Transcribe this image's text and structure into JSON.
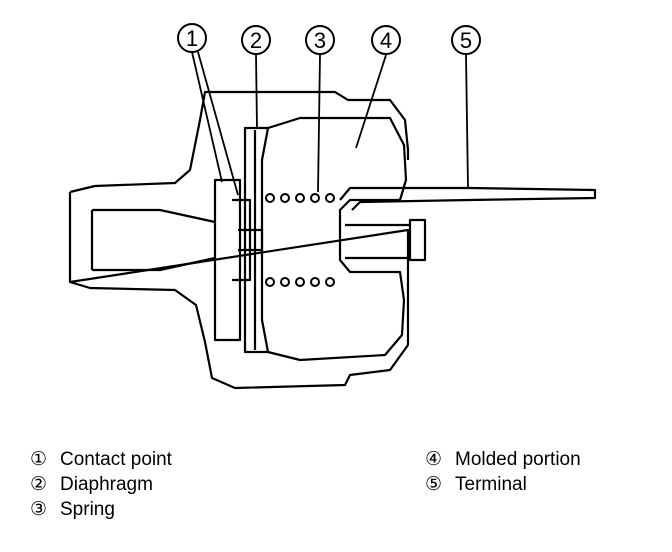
{
  "diagram": {
    "callouts": [
      {
        "number": "1"
      },
      {
        "number": "2"
      },
      {
        "number": "3"
      },
      {
        "number": "4"
      },
      {
        "number": "5"
      }
    ]
  },
  "legend": {
    "left": [
      {
        "symbol": "①",
        "label": "Contact point"
      },
      {
        "symbol": "②",
        "label": "Diaphragm"
      },
      {
        "symbol": "③",
        "label": "Spring"
      }
    ],
    "right": [
      {
        "symbol": "④",
        "label": "Molded portion"
      },
      {
        "symbol": "⑤",
        "label": "Terminal"
      }
    ]
  }
}
